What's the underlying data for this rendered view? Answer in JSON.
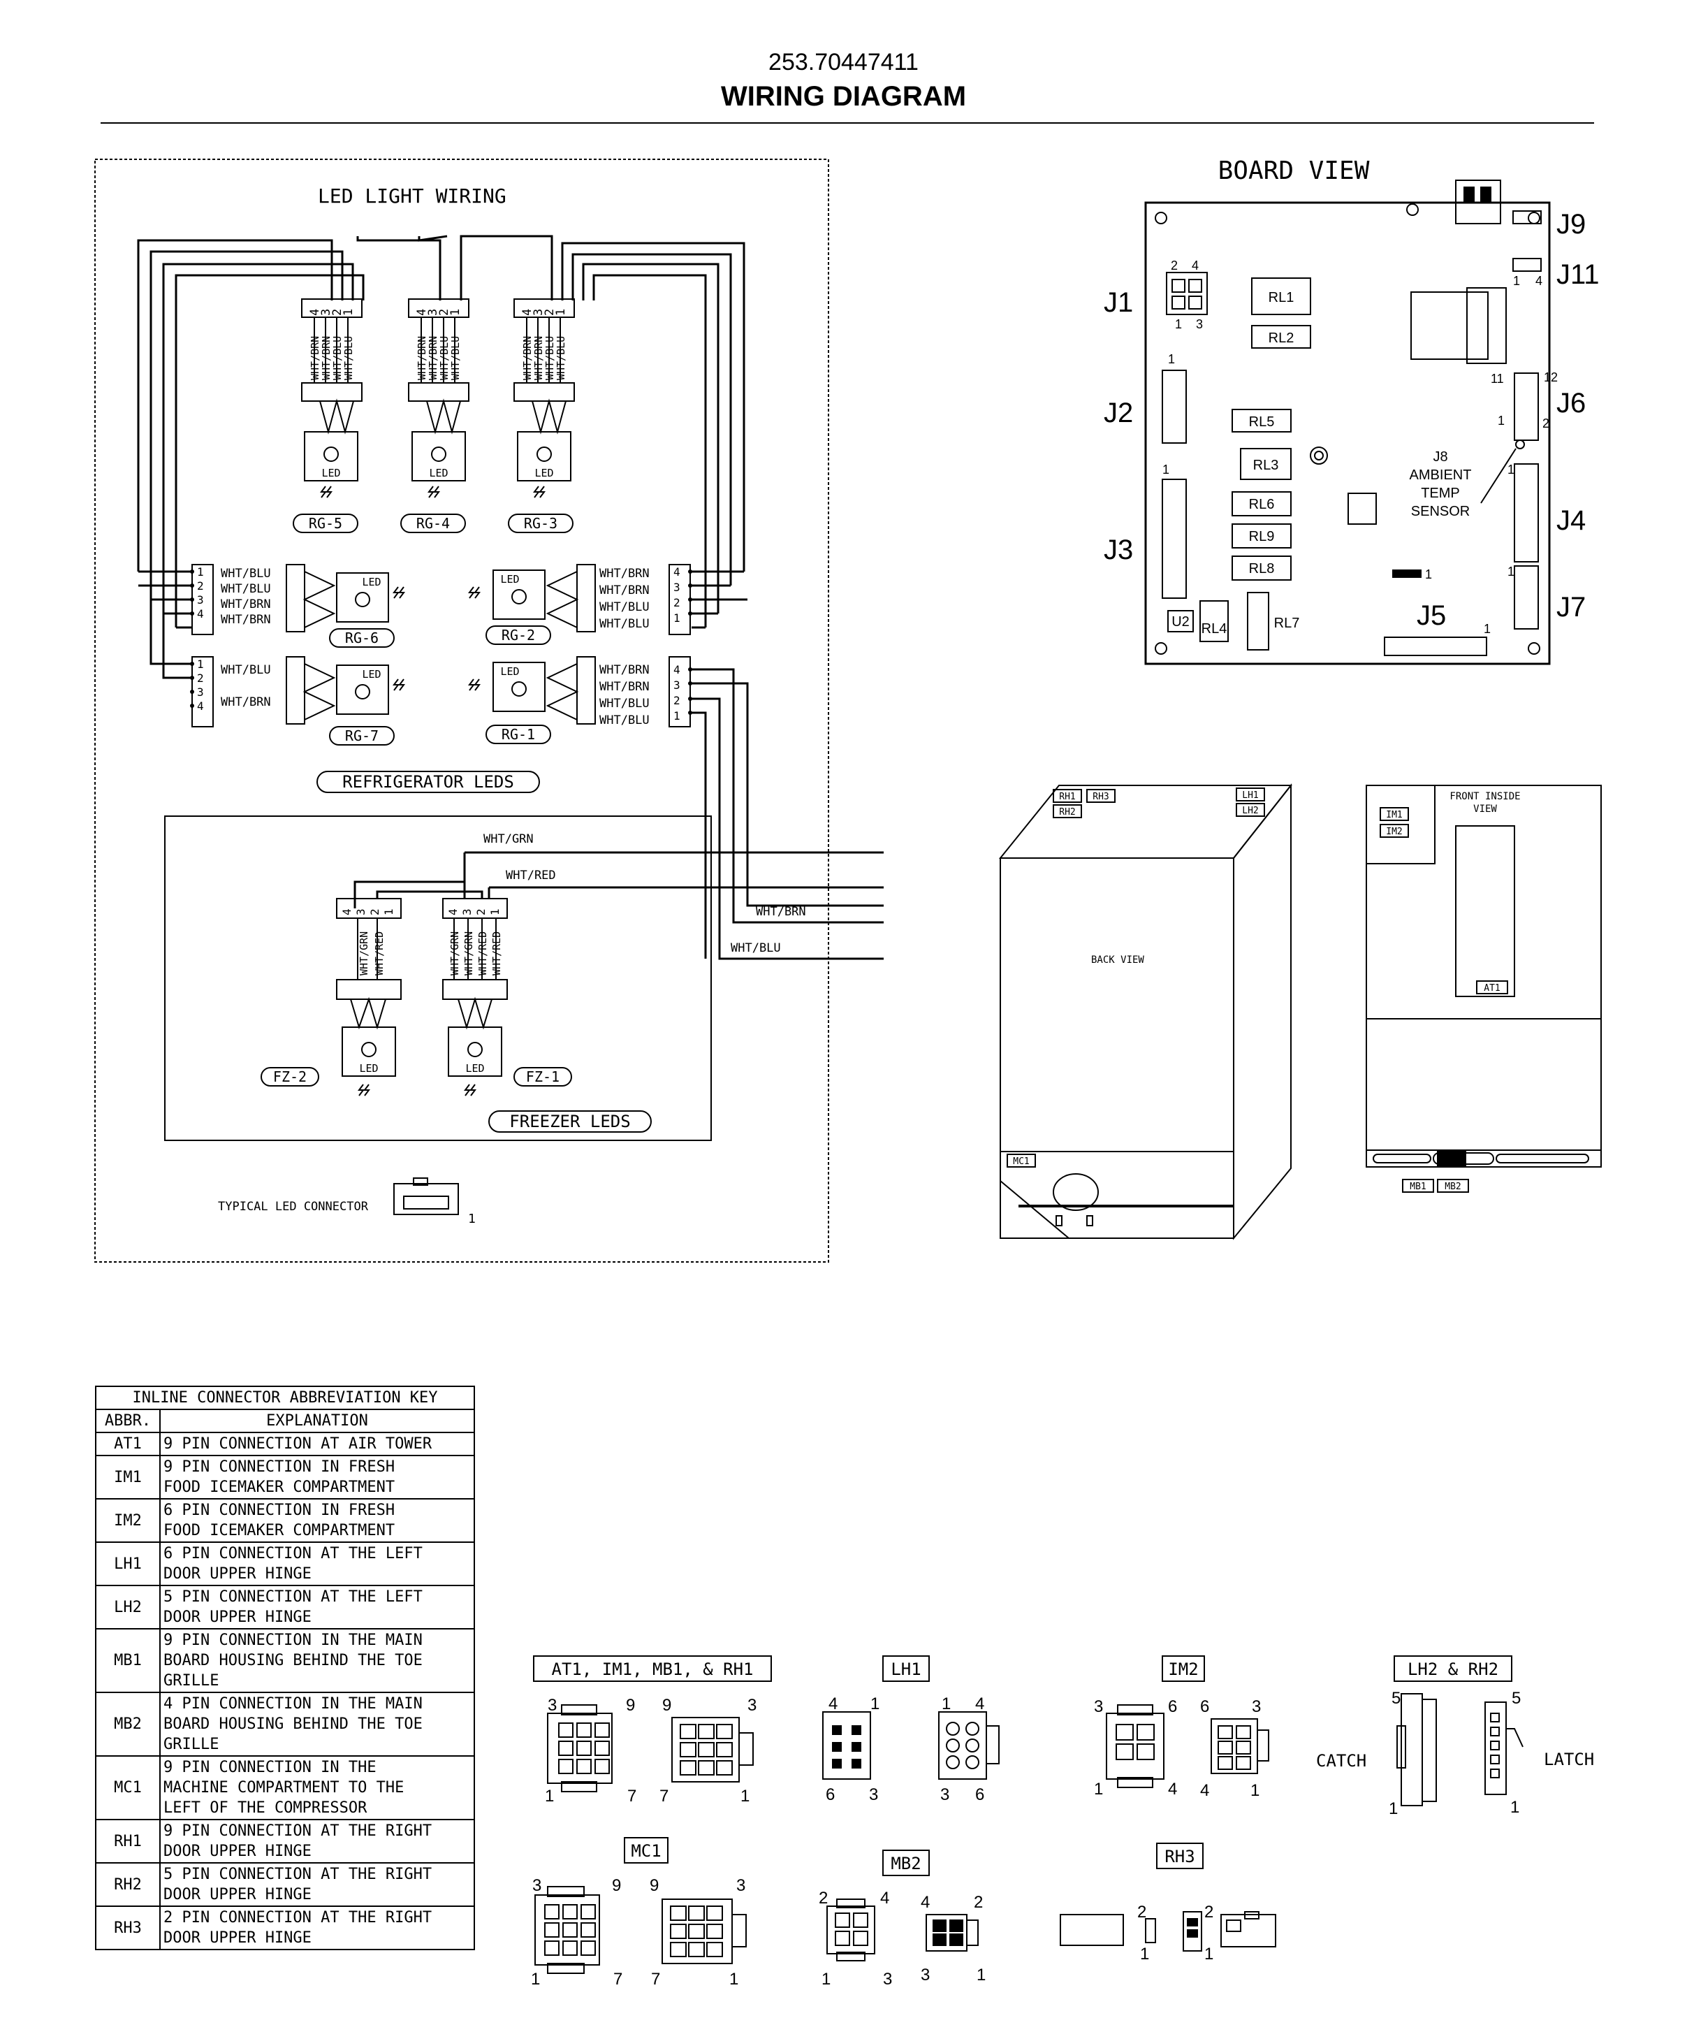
{
  "header": {
    "model": "253.70447411",
    "title": "WIRING DIAGRAM"
  },
  "led": {
    "title": "LED LIGHT WIRING",
    "wire_labels": {
      "wht_brn": "WHT/BRN",
      "wht_blu": "WHT/BLU",
      "wht_grn": "WHT/GRN",
      "wht_red": "WHT/RED"
    },
    "led_text": "LED",
    "pins_4": [
      "4",
      "3",
      "2",
      "1"
    ],
    "pins_1": [
      "1",
      "2",
      "3",
      "4"
    ],
    "top_units": [
      "RG-5",
      "RG-4",
      "RG-3"
    ],
    "side_units": [
      "RG-6",
      "RG-2",
      "RG-7",
      "RG-1"
    ],
    "freezer_units": [
      "FZ-2",
      "FZ-1"
    ],
    "refrigerator_label": "REFRIGERATOR LEDS",
    "freezer_label": "FREEZER LEDS",
    "typical_label": "TYPICAL LED CONNECTOR",
    "typical_pin": "1"
  },
  "board": {
    "title": "BOARD VIEW",
    "connectors": [
      "J1",
      "J2",
      "J3",
      "J4",
      "J5",
      "J6",
      "J7",
      "J9",
      "J11"
    ],
    "relays": [
      "RL1",
      "RL2",
      "RL3",
      "RL4",
      "RL5",
      "RL6",
      "RL7",
      "RL8",
      "RL9"
    ],
    "u2": "U2",
    "sensor": [
      "J8",
      "AMBIENT",
      "TEMP",
      "SENSOR"
    ],
    "pin_numbers": {
      "one": "1",
      "two": "2",
      "three": "3",
      "four": "4",
      "eleven": "11",
      "twelve": "12"
    }
  },
  "cabinet": {
    "back_view": "BACK VIEW",
    "front_inside_view": [
      "FRONT INSIDE",
      "VIEW"
    ],
    "tags": [
      "RH1",
      "RH3",
      "RH2",
      "LH1",
      "LH2",
      "MC1",
      "IM1",
      "IM2",
      "AT1",
      "MB1",
      "MB2"
    ]
  },
  "abbreviation_key": {
    "caption": "INLINE CONNECTOR ABBREVIATION KEY",
    "col_abbr": "ABBR.",
    "col_expl": "EXPLANATION",
    "rows": [
      {
        "abbr": "AT1",
        "lines": [
          "9 PIN CONNECTION AT AIR TOWER"
        ]
      },
      {
        "abbr": "IM1",
        "lines": [
          "9 PIN CONNECTION IN FRESH",
          "FOOD ICEMAKER COMPARTMENT"
        ]
      },
      {
        "abbr": "IM2",
        "lines": [
          "6 PIN CONNECTION IN FRESH",
          "FOOD ICEMAKER COMPARTMENT"
        ]
      },
      {
        "abbr": "LH1",
        "lines": [
          "6 PIN CONNECTION AT THE LEFT",
          "DOOR UPPER HINGE"
        ]
      },
      {
        "abbr": "LH2",
        "lines": [
          "5 PIN CONNECTION AT THE LEFT",
          "DOOR UPPER HINGE"
        ]
      },
      {
        "abbr": "MB1",
        "lines": [
          "9 PIN CONNECTION IN THE MAIN",
          "BOARD HOUSING BEHIND THE TOE",
          "GRILLE"
        ]
      },
      {
        "abbr": "MB2",
        "lines": [
          "4 PIN CONNECTION IN THE MAIN",
          "BOARD HOUSING BEHIND THE TOE",
          "GRILLE"
        ]
      },
      {
        "abbr": "MC1",
        "lines": [
          "9 PIN CONNECTION IN THE",
          "MACHINE COMPARTMENT TO THE",
          "LEFT OF THE COMPRESSOR"
        ]
      },
      {
        "abbr": "RH1",
        "lines": [
          "9 PIN CONNECTION AT THE RIGHT",
          "DOOR UPPER HINGE"
        ]
      },
      {
        "abbr": "RH2",
        "lines": [
          "5 PIN CONNECTION AT THE RIGHT",
          "DOOR UPPER HINGE"
        ]
      },
      {
        "abbr": "RH3",
        "lines": [
          "2 PIN CONNECTION AT THE RIGHT",
          "DOOR UPPER HINGE"
        ]
      }
    ]
  },
  "connector_details": {
    "labels": [
      "AT1, IM1, MB1, & RH1",
      "LH1",
      "IM2",
      "LH2 & RH2",
      "MC1",
      "MB2",
      "RH3"
    ],
    "catch": "CATCH",
    "latch": "LATCH",
    "pins": {
      "one": "1",
      "two": "2",
      "three": "3",
      "four": "4",
      "five": "5",
      "six": "6",
      "seven": "7",
      "nine": "9"
    }
  }
}
